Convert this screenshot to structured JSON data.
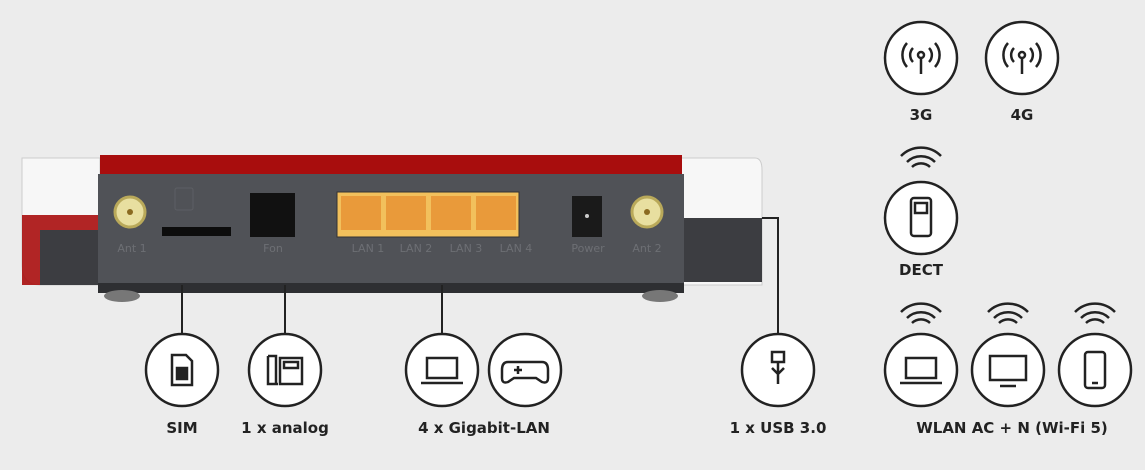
{
  "router": {
    "port_labels": [
      "Ant 1",
      "Fon",
      "LAN 1",
      "LAN 2",
      "LAN 3",
      "LAN 4",
      "Power",
      "Ant 2"
    ]
  },
  "features": {
    "sim": "SIM",
    "analog": "1 x analog",
    "lan": "4 x Gigabit-LAN",
    "usb": "1 x USB 3.0",
    "g3": "3G",
    "g4": "4G",
    "dect": "DECT",
    "wlan": "WLAN AC + N (Wi-Fi 5)"
  },
  "colors": {
    "accent_red": "#a80d0d",
    "body": "#505257",
    "lan_port": "#f0a030",
    "icon_stroke": "#222222"
  }
}
